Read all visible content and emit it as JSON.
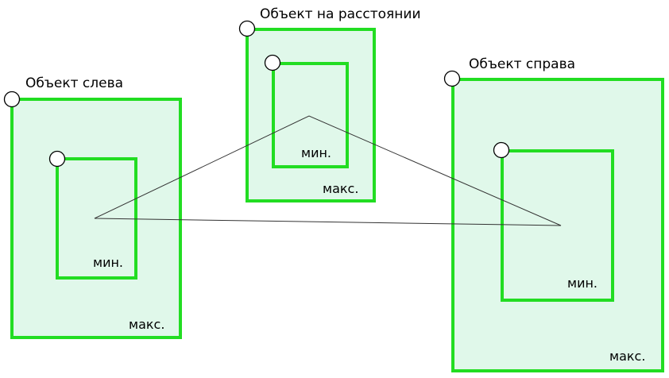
{
  "colors": {
    "box_stroke": "#22dd22",
    "box_fill": "#e0f8ea",
    "marker_fill": "#ffffff",
    "marker_stroke": "#000000",
    "triangle_stroke": "#333333"
  },
  "objects": {
    "left": {
      "title": "Объект слева",
      "max_label": "макс.",
      "min_label": "мин."
    },
    "center": {
      "title": "Объект на расстоянии",
      "max_label": "макс.",
      "min_label": "мин."
    },
    "right": {
      "title": "Объект справа",
      "max_label": "макс.",
      "min_label": "мин."
    }
  }
}
